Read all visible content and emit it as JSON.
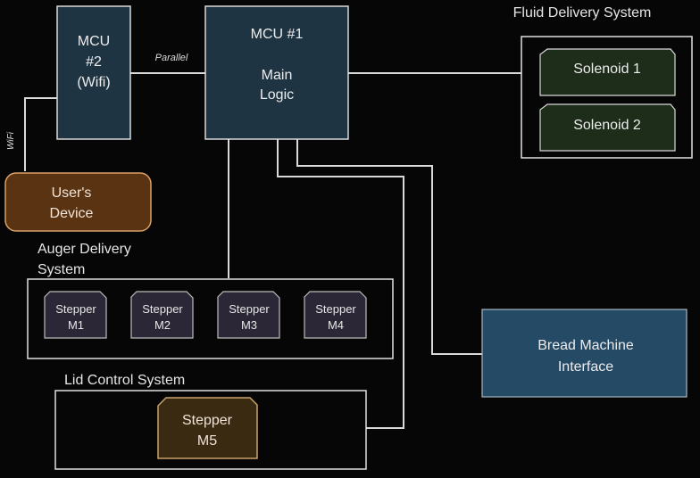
{
  "title": "Fluid Delivery System",
  "nodes": {
    "mcu2": {
      "line1": "MCU",
      "line2": "#2",
      "line3": "(Wifi)"
    },
    "mcu1": {
      "line1": "MCU #1",
      "line2": "Main",
      "line3": "Logic"
    },
    "users_device": {
      "line1": "User's",
      "line2": "Device"
    },
    "solenoid1": "Solenoid 1",
    "solenoid2": "Solenoid 2",
    "bread_machine": {
      "line1": "Bread Machine",
      "line2": "Interface"
    },
    "stepper_m1": {
      "line1": "Stepper",
      "line2": "M1"
    },
    "stepper_m2": {
      "line1": "Stepper",
      "line2": "M2"
    },
    "stepper_m3": {
      "line1": "Stepper",
      "line2": "M3"
    },
    "stepper_m4": {
      "line1": "Stepper",
      "line2": "M4"
    },
    "stepper_m5": {
      "line1": "Stepper",
      "line2": "M5"
    }
  },
  "groups": {
    "auger": {
      "line1": "Auger Delivery",
      "line2": "System"
    },
    "lid": "Lid Control System"
  },
  "edges": {
    "parallel": "Parallel",
    "wifi": "WiFi"
  },
  "colors": {
    "background": "#060606",
    "line": "#d9d9d9",
    "mcu_fill": "#1f3443",
    "users_device_fill": "#5a3412",
    "users_device_stroke": "#d9a06a",
    "solenoid_fill": "#1d2d1a",
    "bread_machine_fill": "#254a66",
    "stepper_fill": "#2b2736",
    "stepper_m5_fill": "#3a2a12",
    "stepper_m5_stroke": "#c9a46a"
  }
}
